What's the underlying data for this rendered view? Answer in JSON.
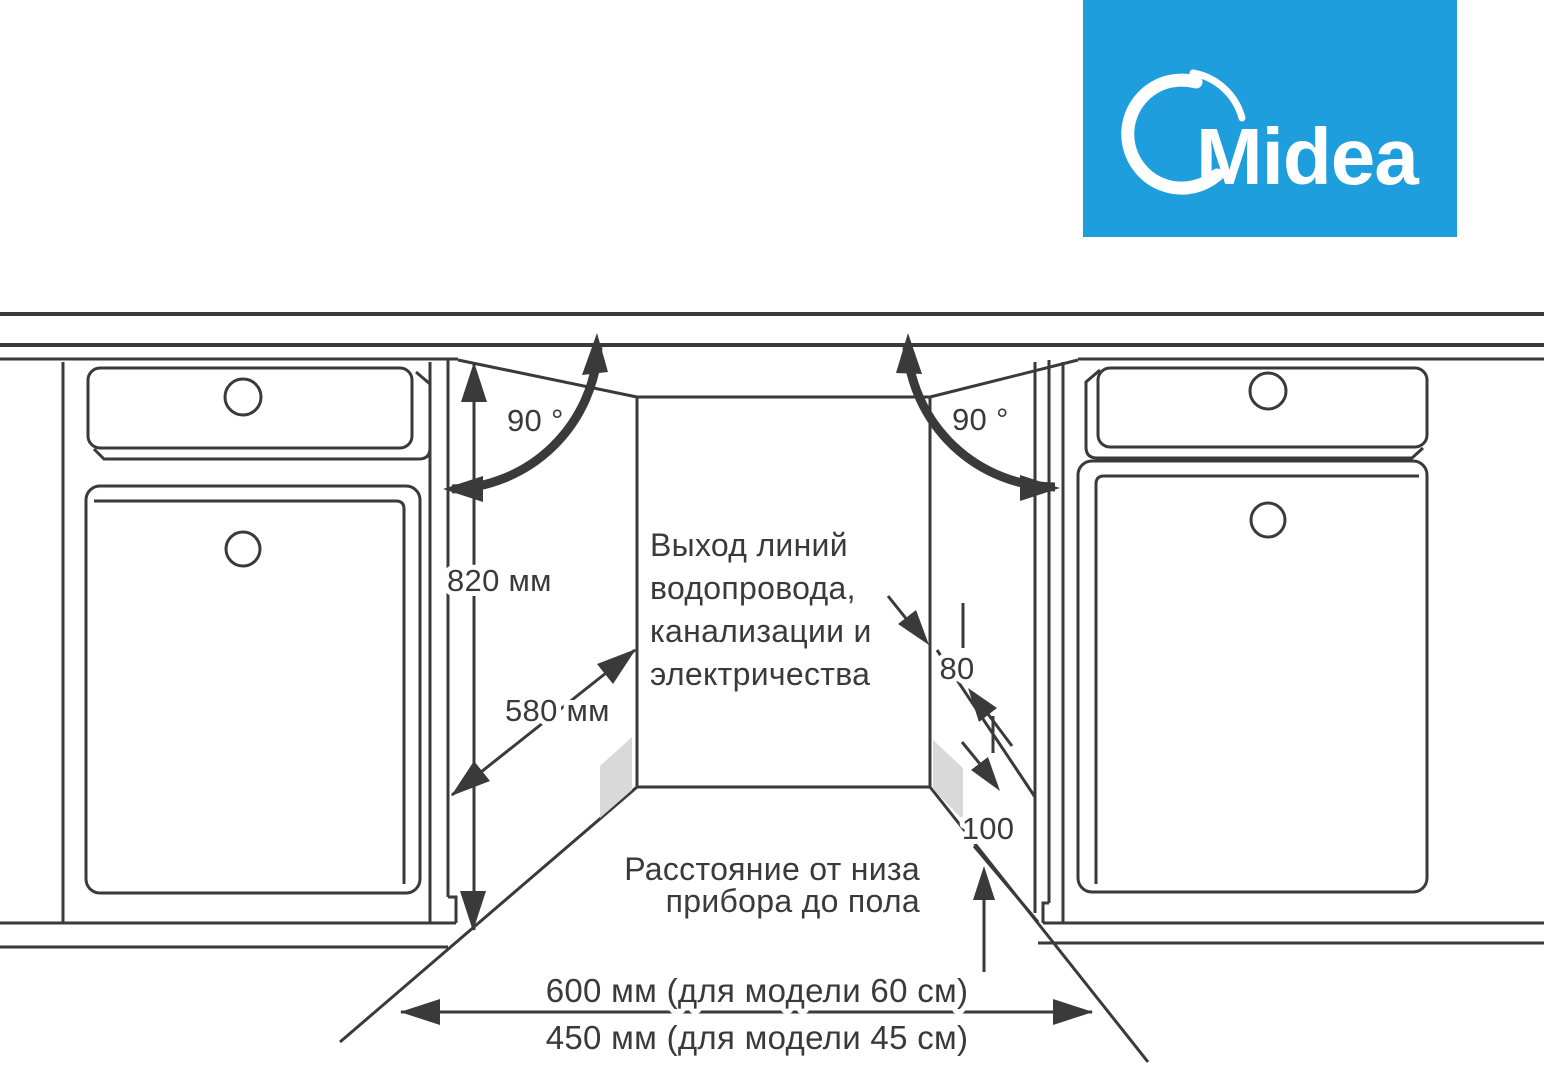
{
  "page": {
    "background": "#ffffff"
  },
  "brand": {
    "label": "Midea",
    "bg_color": "#1E9EDC",
    "fg_color": "#ffffff"
  },
  "diagram": {
    "line_color": "#3a3a3a",
    "patch_color": "#d9d9d9",
    "labels": {
      "angle_left": "90 °",
      "angle_right": "90 °",
      "niche_height": "820 мм",
      "niche_depth": "580 мм",
      "utility_line1": "Выход линий",
      "utility_line2": "водопровода,",
      "utility_line3": "канализации и",
      "utility_line4": "электричества",
      "offset_from_back": "80",
      "floor_clearance": "100",
      "floor_note_line1": "Расстояние от низа",
      "floor_note_line2": "прибора до пола",
      "width_model_60": "600 мм (для модели 60 см)",
      "width_model_45": "450 мм (для модели 45 см)"
    }
  }
}
